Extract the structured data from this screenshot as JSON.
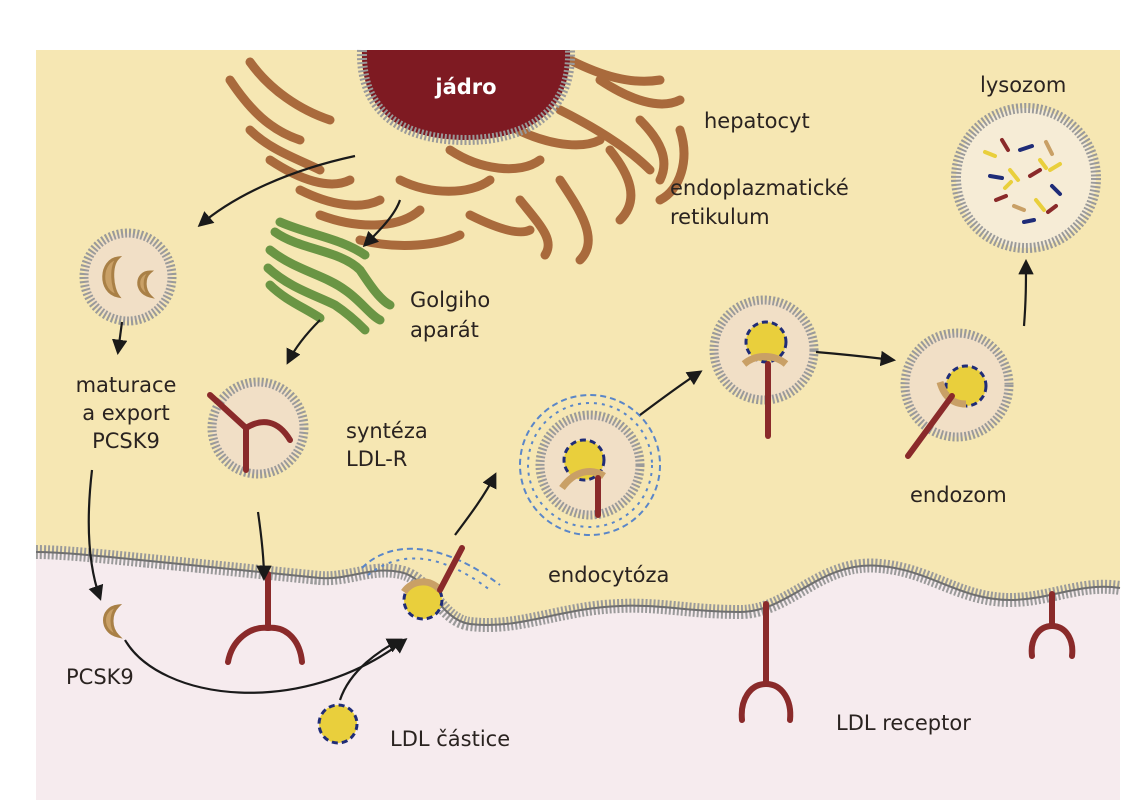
{
  "labels": {
    "nucleus": "jádro",
    "cell": "hepatocyt",
    "er_line1": "endoplazmatické",
    "er_line2": "retikulum",
    "golgi_line1": "Golgiho",
    "golgi_line2": "aparát",
    "pcsk9_line1": "maturace",
    "pcsk9_line2": "a export",
    "pcsk9_line3": "PCSK9",
    "ldlr_line1": "syntéza",
    "ldlr_line2": "LDL-R",
    "endocytosis": "endocytóza",
    "endosome": "endozom",
    "lysosome": "lysozom",
    "pcsk9": "PCSK9",
    "ldl_particle": "LDL částice",
    "ldl_receptor": "LDL receptor"
  },
  "colors": {
    "cytoplasm": "#f6e7b3",
    "extracellular": "#f6ebee",
    "nucleus": "#7e1a22",
    "er": "#a96a3c",
    "golgi": "#6a9544",
    "receptor": "#8a2a2a",
    "pcsk9": "#c9a066",
    "ldl": "#e9cf3c",
    "ldl_lines": "#1f2c78",
    "membrane": "#9b9b9b",
    "clathrin": "#5a86c8",
    "arrow": "#1a1a1a"
  }
}
